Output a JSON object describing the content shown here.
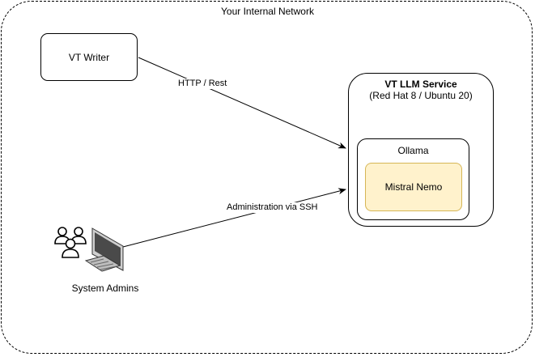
{
  "network": {
    "label": "Your Internal Network"
  },
  "nodes": {
    "writer": {
      "label": "VT Writer"
    },
    "service": {
      "title": "VT LLM Service",
      "subtitle": "(Red Hat 8 / Ubuntu 20)"
    },
    "ollama": {
      "label": "Ollama"
    },
    "mistral": {
      "label": "Mistral Nemo",
      "fill_color": "#fff2cc",
      "stroke_color": "#d6b656"
    },
    "admins": {
      "label": "System Admins",
      "icons": [
        "users-icon",
        "computer-icon"
      ]
    }
  },
  "edges": {
    "http": {
      "label": "HTTP / Rest"
    },
    "ssh": {
      "label": "Administration via SSH"
    }
  }
}
